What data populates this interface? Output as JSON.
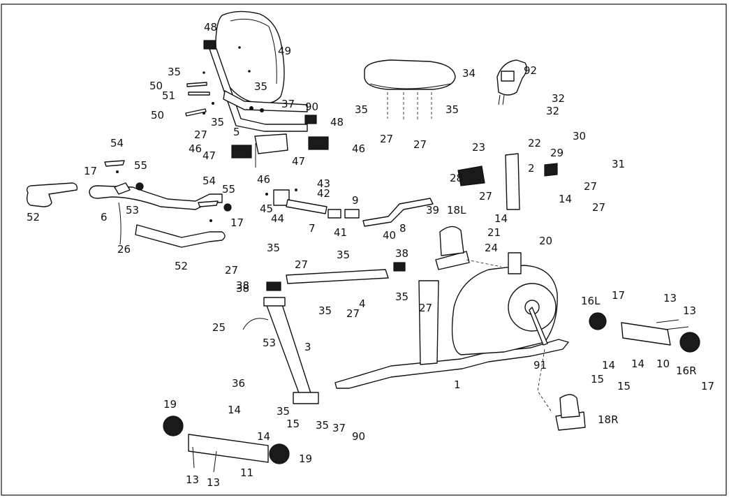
{
  "diagram": {
    "labels": [
      "48",
      "49",
      "35",
      "50",
      "51",
      "35",
      "37",
      "90",
      "50",
      "27",
      "35",
      "5",
      "48",
      "46",
      "47",
      "46",
      "47",
      "46",
      "54",
      "17",
      "55",
      "52",
      "6",
      "53",
      "26",
      "54",
      "55",
      "17",
      "52",
      "43",
      "42",
      "45",
      "44",
      "7",
      "41",
      "9",
      "40",
      "8",
      "39",
      "34",
      "35",
      "35",
      "27",
      "27",
      "92",
      "32",
      "32",
      "23",
      "22",
      "30",
      "29",
      "31",
      "28",
      "2",
      "27",
      "27",
      "14",
      "14",
      "27",
      "18L",
      "21",
      "24",
      "20",
      "35",
      "27",
      "27",
      "38",
      "35",
      "38",
      "35",
      "27",
      "4",
      "25",
      "53",
      "3",
      "38",
      "35",
      "27",
      "16L",
      "17",
      "13",
      "13",
      "15",
      "14",
      "15",
      "14",
      "10",
      "16R",
      "17",
      "91",
      "1",
      "36",
      "35",
      "35",
      "37",
      "90",
      "19",
      "14",
      "15",
      "14",
      "13",
      "13",
      "11",
      "19",
      "18R"
    ]
  }
}
